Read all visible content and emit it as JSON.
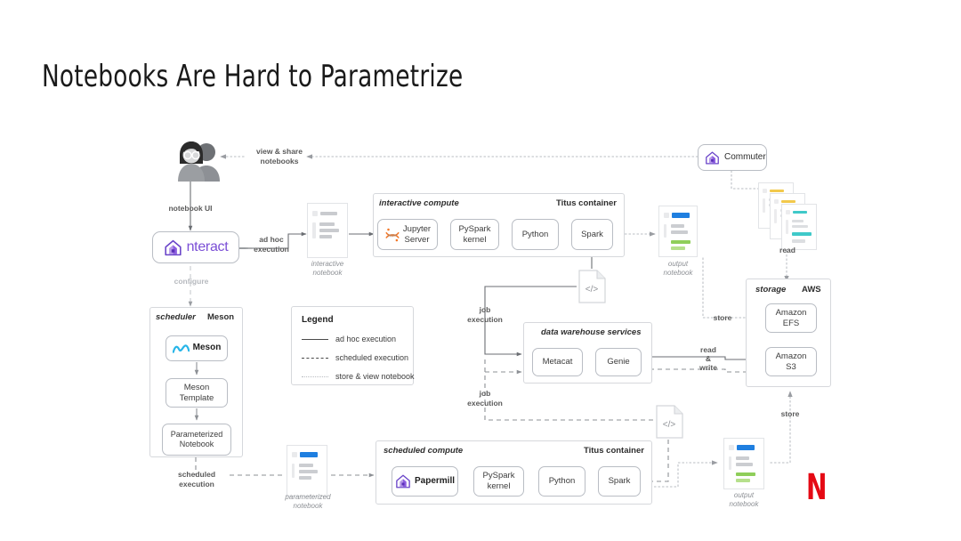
{
  "slide": {
    "title": "Notebooks Are Hard to Parametrize",
    "background": "#ffffff",
    "brand_logo": "N",
    "brand_color": "#e50914"
  },
  "diagram": {
    "type": "architecture-flow",
    "actors": {
      "users_label": "",
      "notebook_ui_label": "notebook UI",
      "view_share_label_line1": "view & share",
      "view_share_label_line2": "notebooks"
    },
    "nodes": {
      "nteract": "nteract",
      "commuter": "Commuter",
      "meson": "Meson",
      "meson_template_line1": "Meson",
      "meson_template_line2": "Template",
      "parameterized_notebook_line1": "Parameterized",
      "parameterized_notebook_line2": "Notebook",
      "jupyter_server_line1": "Jupyter",
      "jupyter_server_line2": "Server",
      "papermill": "Papermill",
      "pyspark_kernel_line1": "PySpark",
      "pyspark_kernel_line2": "kernel",
      "python": "Python",
      "spark": "Spark",
      "metacat": "Metacat",
      "genie": "Genie",
      "amazon_efs_line1": "Amazon",
      "amazon_efs_line2": "EFS",
      "amazon_s3_line1": "Amazon",
      "amazon_s3_line2": "S3"
    },
    "groups": {
      "scheduler_italic": "scheduler",
      "scheduler_name": "Meson",
      "interactive_compute": "interactive compute",
      "interactive_titus": "Titus container",
      "scheduled_compute": "scheduled compute",
      "scheduled_titus": "Titus container",
      "data_warehouse": "data warehouse services",
      "storage_italic": "storage",
      "storage_name": "AWS"
    },
    "edge_labels": {
      "ad_hoc_execution_line1": "ad hoc",
      "ad_hoc_execution_line2": "execution",
      "configure": "configure",
      "job_execution_top_line1": "job",
      "job_execution_top_line2": "execution",
      "job_execution_bottom_line1": "job",
      "job_execution_bottom_line2": "execution",
      "scheduled_execution_line1": "scheduled",
      "scheduled_execution_line2": "execution",
      "store_top": "store",
      "store_bottom": "store",
      "read": "read",
      "read_write_line1": "read",
      "read_write_line2": "&",
      "read_write_line3": "write"
    },
    "captions": {
      "interactive_notebook_line1": "interactive",
      "interactive_notebook_line2": "notebook",
      "output_notebook_top_line1": "output",
      "output_notebook_top_line2": "notebook",
      "output_notebook_bottom_line1": "output",
      "output_notebook_bottom_line2": "notebook",
      "parameterized_notebook_line1": "parameterized",
      "parameterized_notebook_line2": "notebook"
    },
    "legend": {
      "title": "Legend",
      "items": [
        {
          "style": "solid",
          "label": "ad hoc execution"
        },
        {
          "style": "dashed",
          "label": "scheduled execution"
        },
        {
          "style": "dotted",
          "label": "store & view notebook"
        }
      ]
    },
    "colors": {
      "box_border": "#b9bdc4",
      "group_border": "#d6d8dc",
      "text": "#3c3c3c",
      "edge_solid": "#6b6e73",
      "edge_dashed": "#8d9095",
      "edge_dotted": "#c6c9ce",
      "nteract_purple": "#7b4fd6",
      "jupyter_orange": "#f37726",
      "meson_blue": "#27b5e8",
      "notebook_blue": "#1f7fe0",
      "notebook_green": "#8fce5a",
      "notebook_teal": "#3fc9c9",
      "notebook_yellow": "#f2c94c"
    }
  }
}
